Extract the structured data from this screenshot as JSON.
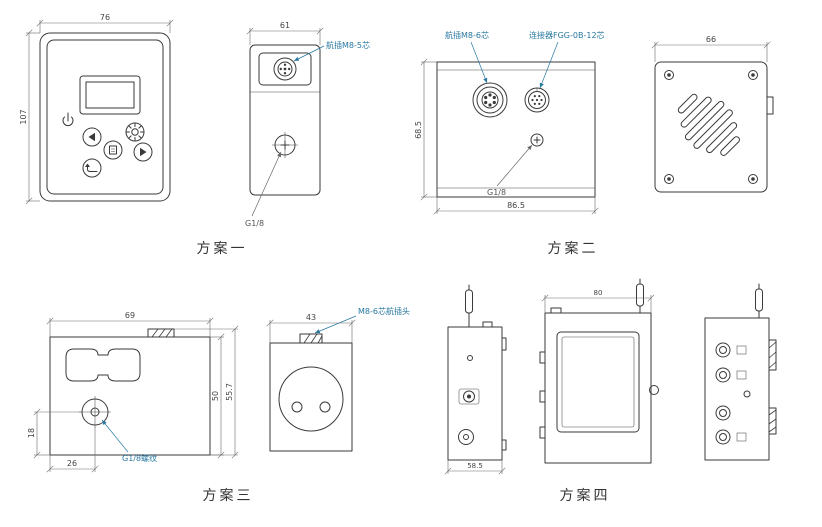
{
  "colors": {
    "line": "#3a3a3a",
    "annotation": "#2878a0",
    "dimension": "#555555",
    "background": "#ffffff"
  },
  "proposal1": {
    "label": "方案一",
    "front": {
      "width_dim": "76",
      "height_dim": "107"
    },
    "side": {
      "width_dim": "61",
      "connector_label": "航插M8-5芯",
      "port_label": "G1/8"
    }
  },
  "proposal2": {
    "label": "方案二",
    "front": {
      "height_dim": "68.5",
      "width_dim": "86.5",
      "connector1_label": "航插M8-6芯",
      "connector2_label": "连接器FGG-0B-12芯",
      "port_label": "G1/8"
    },
    "side": {
      "width_dim": "66"
    }
  },
  "proposal3": {
    "label": "方案三",
    "front": {
      "width_dim": "69",
      "total_height_dim": "55.7",
      "height_dim": "50",
      "port_offset_dim": "18",
      "port_x_dim": "26",
      "port_label": "G1/8螺纹"
    },
    "side": {
      "width_dim": "43",
      "connector_label": "M8-6芯航插头"
    }
  },
  "proposal4": {
    "label": "方案四",
    "left_view": {
      "width_dim": "58.5"
    },
    "front_view": {
      "width_dim": "80"
    }
  }
}
